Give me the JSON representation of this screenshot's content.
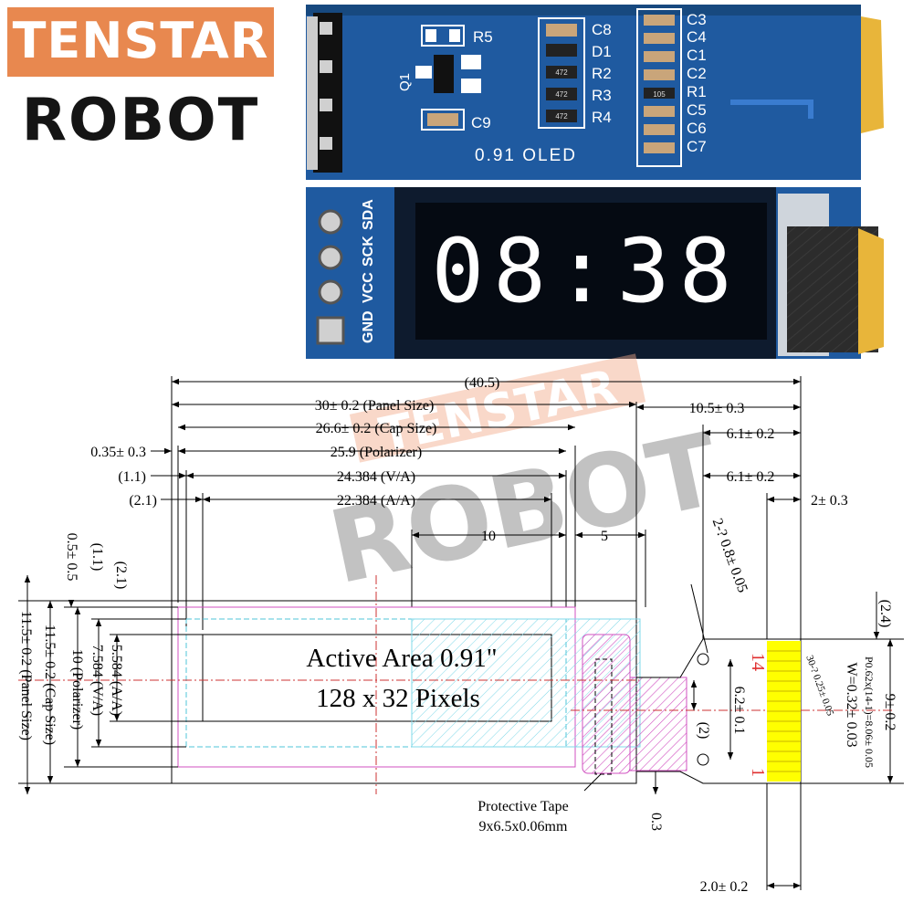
{
  "brand": {
    "top": "TENSTAR",
    "bottom": "ROBOT"
  },
  "board_back": {
    "refs": {
      "r5": "R5",
      "c8": "C8",
      "d1": "D1",
      "r2": "R2",
      "r3": "R3",
      "r4": "R4",
      "c9": "C9",
      "q1": "Q1",
      "c3": "C3",
      "c4": "C4",
      "c1": "C1",
      "c2": "C2",
      "r1": "R1",
      "c5": "C5",
      "c6": "C6",
      "c7": "C7"
    },
    "silk_title": "0.91 OLED",
    "smd_codes": [
      "472",
      "472",
      "472",
      "105"
    ]
  },
  "board_front": {
    "pins": [
      "SDA",
      "SCK",
      "VCC",
      "GND"
    ],
    "display_time": "08:38"
  },
  "watermark": {
    "top": "TENSTAR",
    "bottom": "ROBOT"
  },
  "drawing": {
    "horizontal_dims": {
      "overall": "(40.5)",
      "panel": "30± 0.2 (Panel Size)",
      "fpc_length": "10.5± 0.3",
      "cap": "26.6± 0.2 (Cap Size)",
      "fpc_a": "6.1± 0.2",
      "offset_left": "0.35± 0.3",
      "polarizer": "25.9 (Polarizer)",
      "va_offset": "(1.1)",
      "va": "24.384 (V/A)",
      "fpc_b": "6.1± 0.2",
      "aa_offset": "(2.1)",
      "aa": "22.384 (A/A)",
      "fpc_c": "2± 0.3",
      "dim_10": "10",
      "dim_5": "5"
    },
    "vertical_dims": {
      "v_05": "0.5± 0.5",
      "v_11": "(1.1)",
      "v_21": "(2.1)",
      "v_cap": "11.5± 0.2 (Cap Size)",
      "v_pol": "10 (Polarizer)",
      "v_va": "7.584 (V/A)",
      "v_aa": "5.584 (A/A)",
      "v_panel": "11.5± 0.2 (Panel Size)",
      "v_24": "(2.4)",
      "v_9": "9± 0.2",
      "v_62": "6.2± 0.1",
      "v_2": "(2)",
      "hole": "2-? 0.8± 0.05",
      "pitch": "P0.62x(14-1)=8.06± 0.05",
      "width": "W=0.32± 0.03",
      "angle": "30-? 0.25± 0.05",
      "v_03": "0.3",
      "bottom": "2.0± 0.2"
    },
    "active_area_line1": "Active Area 0.91\"",
    "active_area_line2": "128 x 32 Pixels",
    "pin_first": "1",
    "pin_last": "14",
    "tape_line1": "Protective Tape",
    "tape_line2": "9x6.5x0.06mm"
  },
  "colors": {
    "pcb": "#1f5aa0",
    "gold": "#e8b53a",
    "brand": "#e8884f",
    "oled": "#050a12",
    "pad_yellow": "#ffff00",
    "dim_red": "#e03030"
  }
}
